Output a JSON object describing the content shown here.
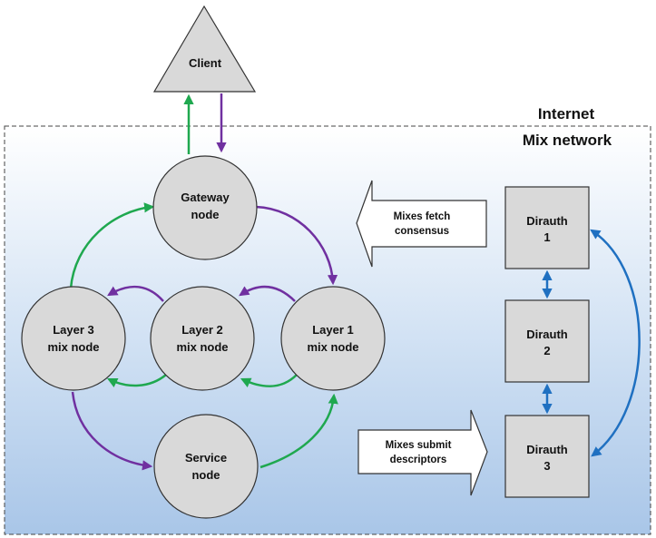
{
  "regions": {
    "internet": "Internet",
    "mix_network": "Mix network"
  },
  "client": {
    "label": "Client"
  },
  "nodes": {
    "gateway": [
      "Gateway",
      "node"
    ],
    "layer1": [
      "Layer 1",
      "mix node"
    ],
    "layer2": [
      "Layer 2",
      "mix node"
    ],
    "layer3": [
      "Layer 3",
      "mix node"
    ],
    "service": [
      "Service",
      "node"
    ]
  },
  "dirauths": [
    [
      "Dirauth",
      "1"
    ],
    [
      "Dirauth",
      "2"
    ],
    [
      "Dirauth",
      "3"
    ]
  ],
  "block_arrows": {
    "fetch": [
      "Mixes fetch",
      "consensus"
    ],
    "submit": [
      "Mixes submit",
      "descriptors"
    ]
  },
  "colors": {
    "green_edge": "#1fa84f",
    "purple_edge": "#7030a0",
    "blue_edge": "#1f70c1",
    "node_fill": "#d9d9d9",
    "border": "#222222"
  }
}
